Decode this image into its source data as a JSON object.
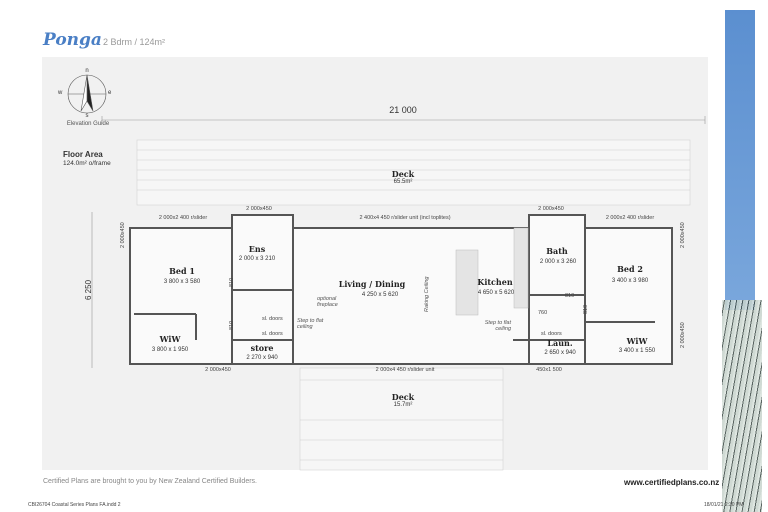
{
  "header": {
    "title": "Ponga",
    "subtitle": "2 Bdrm / 124m²"
  },
  "compass": {
    "n": "n",
    "s": "s",
    "e": "e",
    "w": "w",
    "label": "Elevation Guide"
  },
  "floor_area": {
    "title": "Floor Area",
    "value": "124.0m² o/frame"
  },
  "dimensions": {
    "width": "21 000",
    "depth": "6 250"
  },
  "decks": [
    {
      "name": "Deck",
      "area": "65.5m²"
    },
    {
      "name": "Deck",
      "area": "15.7m²"
    }
  ],
  "rooms": [
    {
      "name": "Bed 1",
      "size": "3 800 x 3 580"
    },
    {
      "name": "Ens",
      "size": "2 000 x 3 210"
    },
    {
      "name": "Living / Dining",
      "size": "4 250 x 5 620"
    },
    {
      "name": "Kitchen",
      "size": "4 650 x 5 620"
    },
    {
      "name": "Bath",
      "size": "2 000 x 3 260"
    },
    {
      "name": "Bed 2",
      "size": "3 400 x 3 980"
    },
    {
      "name": "WiW",
      "size": "3 800 x 1 950"
    },
    {
      "name": "store",
      "size": "2 270 x 940"
    },
    {
      "name": "Laun.",
      "size": "2 650 x 940"
    },
    {
      "name": "WiW",
      "size": "3 400 x 1 550"
    }
  ],
  "windows": [
    "2 000x2 400 r/slider",
    "2 000x450",
    "2 400x4 450 r/slider unit (incl toplites)",
    "2 000x450",
    "2 000x2 400 r/slider",
    "2 000x450",
    "2 000x4 450 r/slider unit",
    "450x1 500",
    "2 000x450",
    "2 000x450",
    "2 000x450"
  ],
  "notes": {
    "fireplace": "optional fireplace",
    "sl_doors": "sl. doors",
    "step": "Step to flat ceiling",
    "raking": "Raking Ceiling",
    "d810": "810",
    "d760": "760"
  },
  "footer": {
    "credit": "Certified Plans are brought to you by New Zealand Certified Builders.",
    "url": "www.certifiedplans.co.nz",
    "file": "CBI26704 Coastal Series Plans FA.indd   2",
    "date": "18/01/21   2:30 PM"
  },
  "colors": {
    "brand": "#4a7fc5",
    "band": "#6b9bd6"
  }
}
